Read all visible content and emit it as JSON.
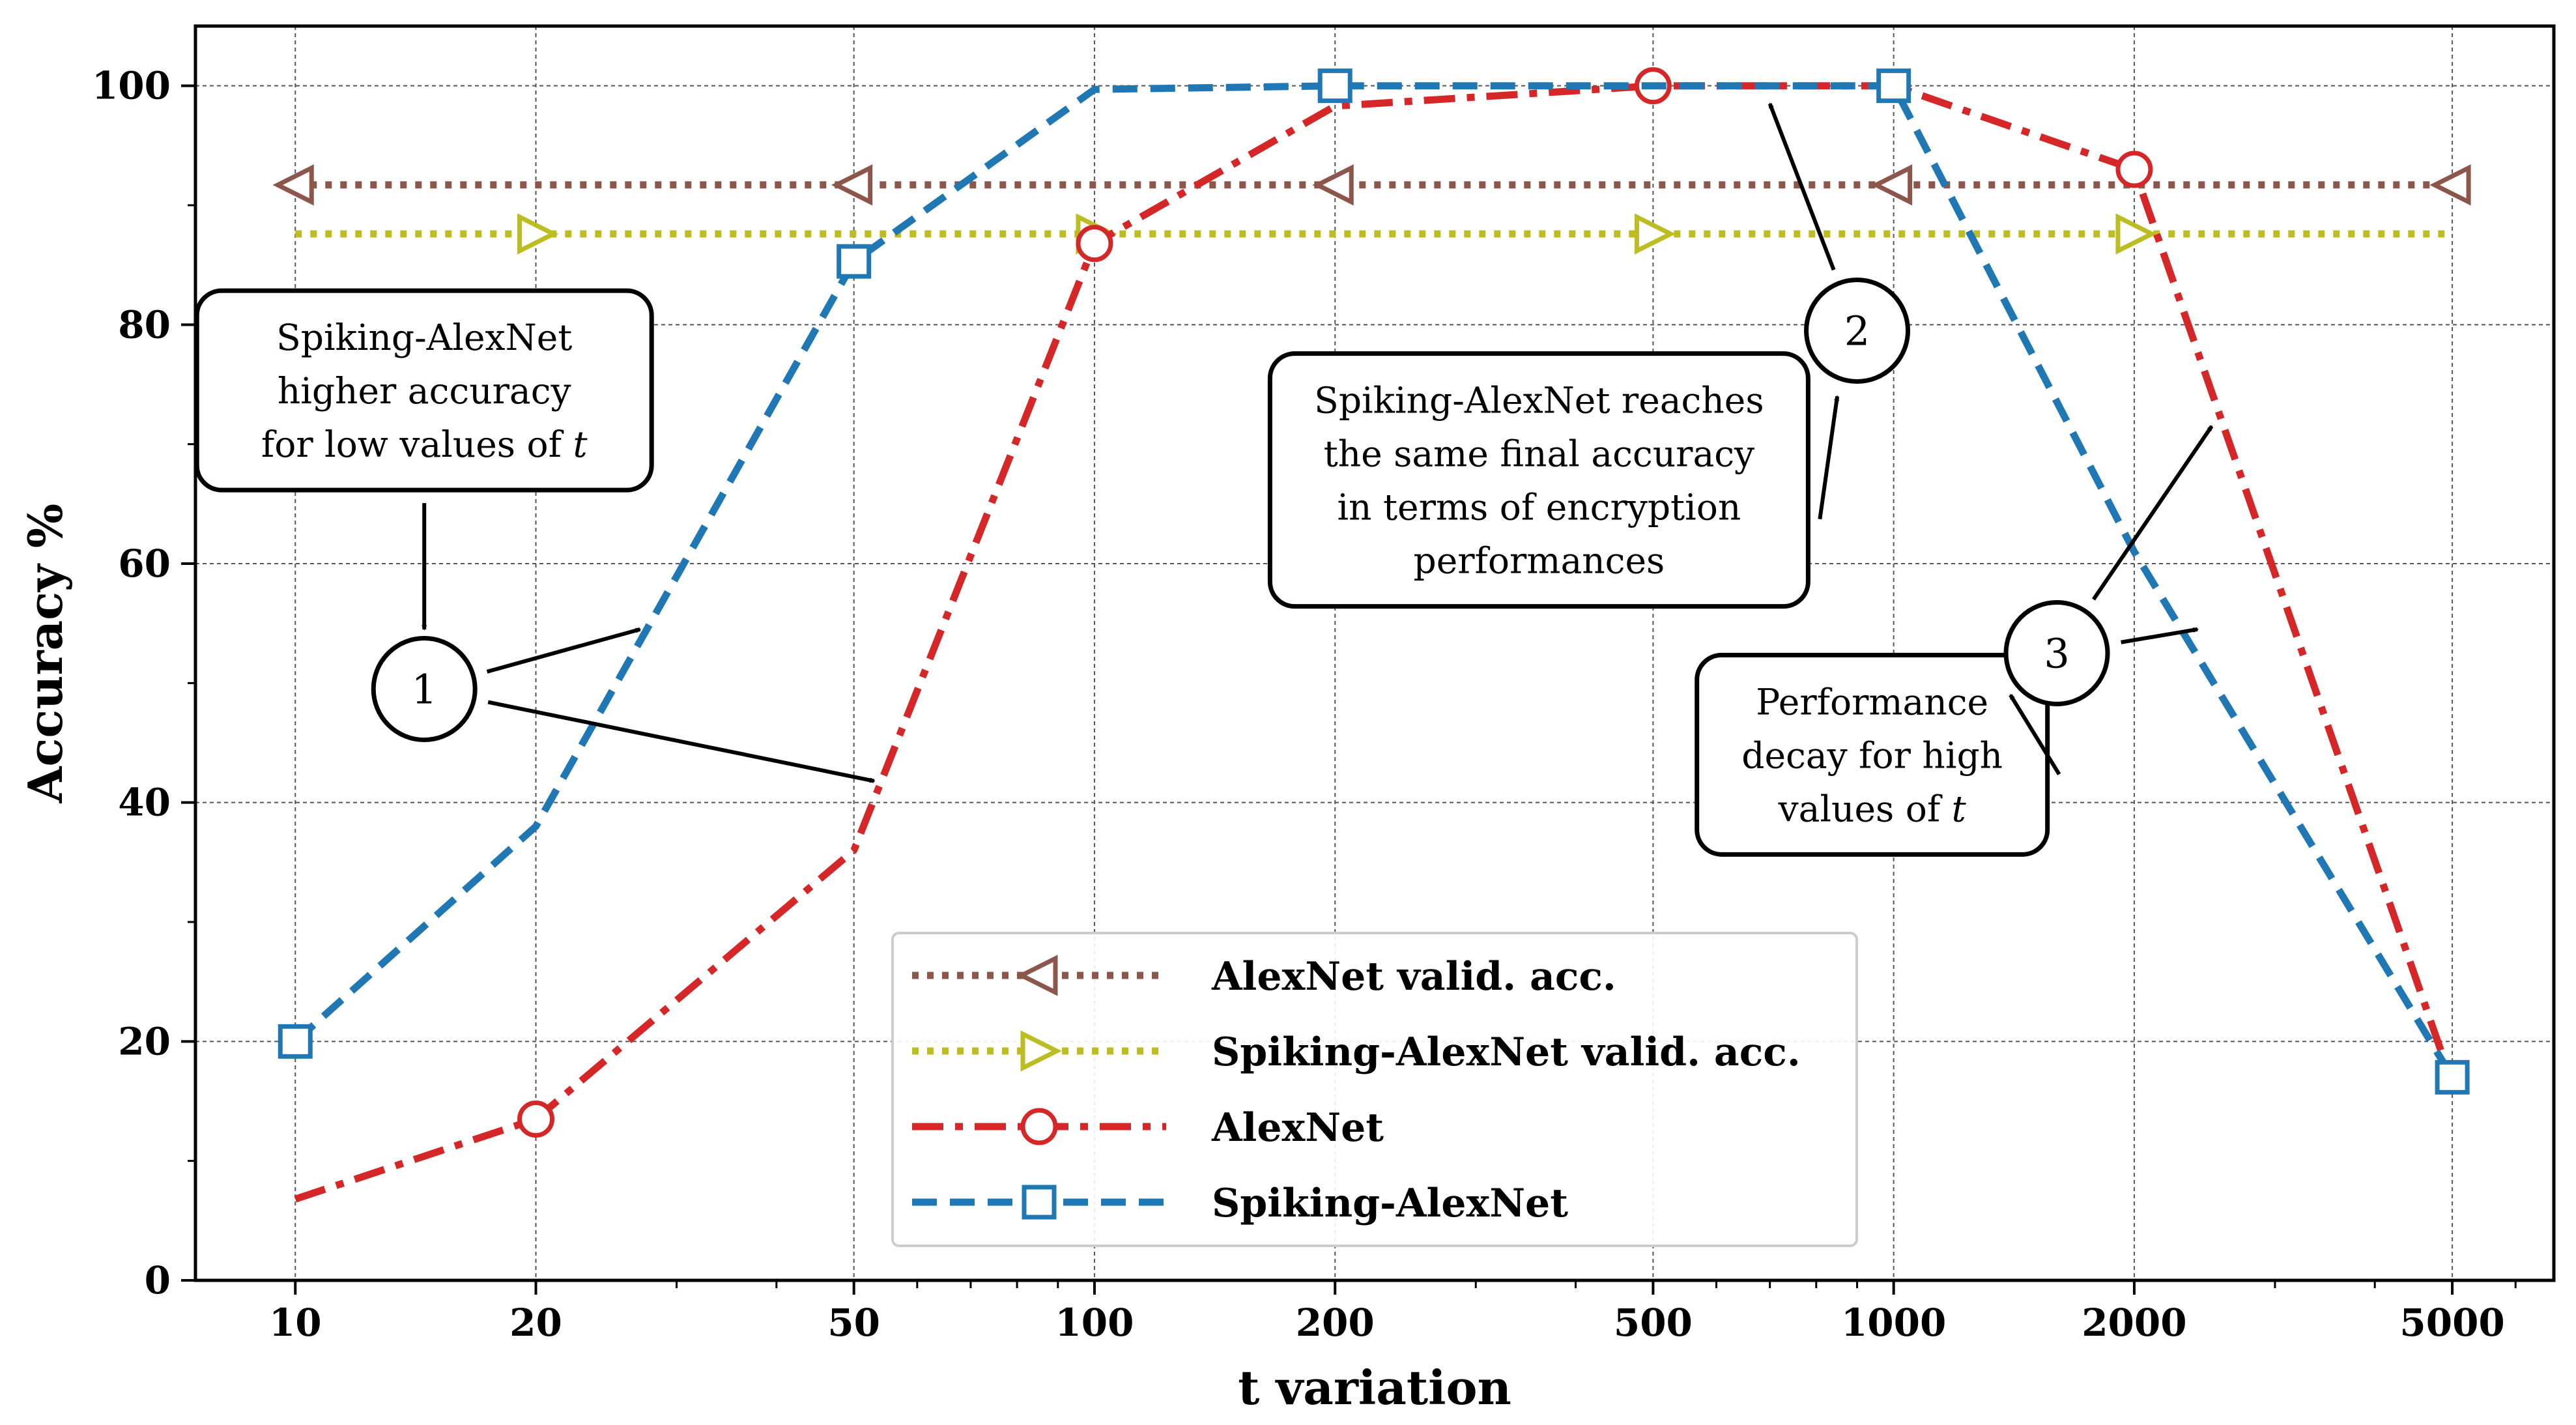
{
  "chart_data": {
    "type": "line",
    "xscale": "log",
    "x_ticks": [
      10,
      20,
      50,
      100,
      200,
      500,
      1000,
      2000,
      5000
    ],
    "y_ticks": [
      0,
      20,
      40,
      60,
      80,
      100
    ],
    "xlim": [
      7.5,
      6700
    ],
    "ylim": [
      0,
      105
    ],
    "xlabel": "t variation",
    "ylabel": "Accuracy %",
    "grid": true,
    "legend_position": "lower-center",
    "series": [
      {
        "name": "AlexNet valid. acc.",
        "color": "#8c564b",
        "marker": "triangle-left",
        "linestyle": "dotted",
        "x": [
          10,
          20,
          50,
          100,
          200,
          500,
          1000,
          2000,
          5000
        ],
        "y": [
          91.7,
          91.7,
          91.7,
          91.7,
          91.7,
          91.7,
          91.7,
          91.7,
          91.7
        ],
        "marker_x": [
          10,
          50,
          200,
          1000,
          5000
        ]
      },
      {
        "name": "Spiking-AlexNet valid. acc.",
        "color": "#bcbd22",
        "marker": "triangle-right",
        "linestyle": "dotted",
        "x": [
          10,
          20,
          50,
          100,
          200,
          500,
          1000,
          2000,
          5000
        ],
        "y": [
          87.6,
          87.6,
          87.6,
          87.6,
          87.6,
          87.6,
          87.6,
          87.6,
          87.6
        ],
        "marker_x": [
          20,
          100,
          500,
          2000
        ]
      },
      {
        "name": "AlexNet",
        "color": "#d62728",
        "marker": "circle",
        "linestyle": "dashdot",
        "x": [
          10,
          20,
          50,
          100,
          200,
          500,
          1000,
          2000,
          5000
        ],
        "y": [
          6.8,
          13.5,
          36,
          86.8,
          98.3,
          100,
          100,
          93,
          16.5
        ],
        "marker_x": [
          20,
          100,
          500,
          2000
        ]
      },
      {
        "name": "Spiking-AlexNet",
        "color": "#1f77b4",
        "marker": "square",
        "linestyle": "dashed",
        "x": [
          10,
          20,
          50,
          100,
          200,
          500,
          1000,
          2000,
          5000
        ],
        "y": [
          20,
          38,
          85.3,
          99.7,
          100,
          100,
          100,
          61,
          17
        ],
        "marker_x": [
          10,
          50,
          200,
          1000,
          5000
        ]
      }
    ],
    "annotations": [
      {
        "id": "1",
        "number": "1",
        "lines": [
          "Spiking-AlexNet",
          "higher accuracy",
          "for low values of <t>"
        ],
        "circle_at": [
          14.5,
          49.5
        ],
        "box_center": [
          14.5,
          74.5
        ],
        "box_arrow_to": [
          14.5,
          54.5
        ],
        "arrows_to": [
          [
            27,
            54.5
          ],
          [
            53,
            41.8
          ]
        ]
      },
      {
        "id": "2",
        "number": "2",
        "lines": [
          "Spiking-AlexNet reaches",
          "the same final accuracy",
          "in terms of encryption",
          "performances"
        ],
        "circle_at": [
          900,
          79.5
        ],
        "box_center": [
          360,
          67
        ],
        "box_arrow_to": [
          850,
          74
        ],
        "arrows_to": [
          [
            700,
            98.5
          ]
        ]
      },
      {
        "id": "3",
        "number": "3",
        "lines": [
          "Performance",
          "decay for high",
          "values of <t>"
        ],
        "circle_at": [
          1600,
          52.5
        ],
        "box_center": [
          940,
          44
        ],
        "box_arrow_to": [
          1400,
          49
        ],
        "arrows_to": [
          [
            2500,
            71.5
          ],
          [
            2400,
            54.5
          ]
        ]
      }
    ]
  }
}
